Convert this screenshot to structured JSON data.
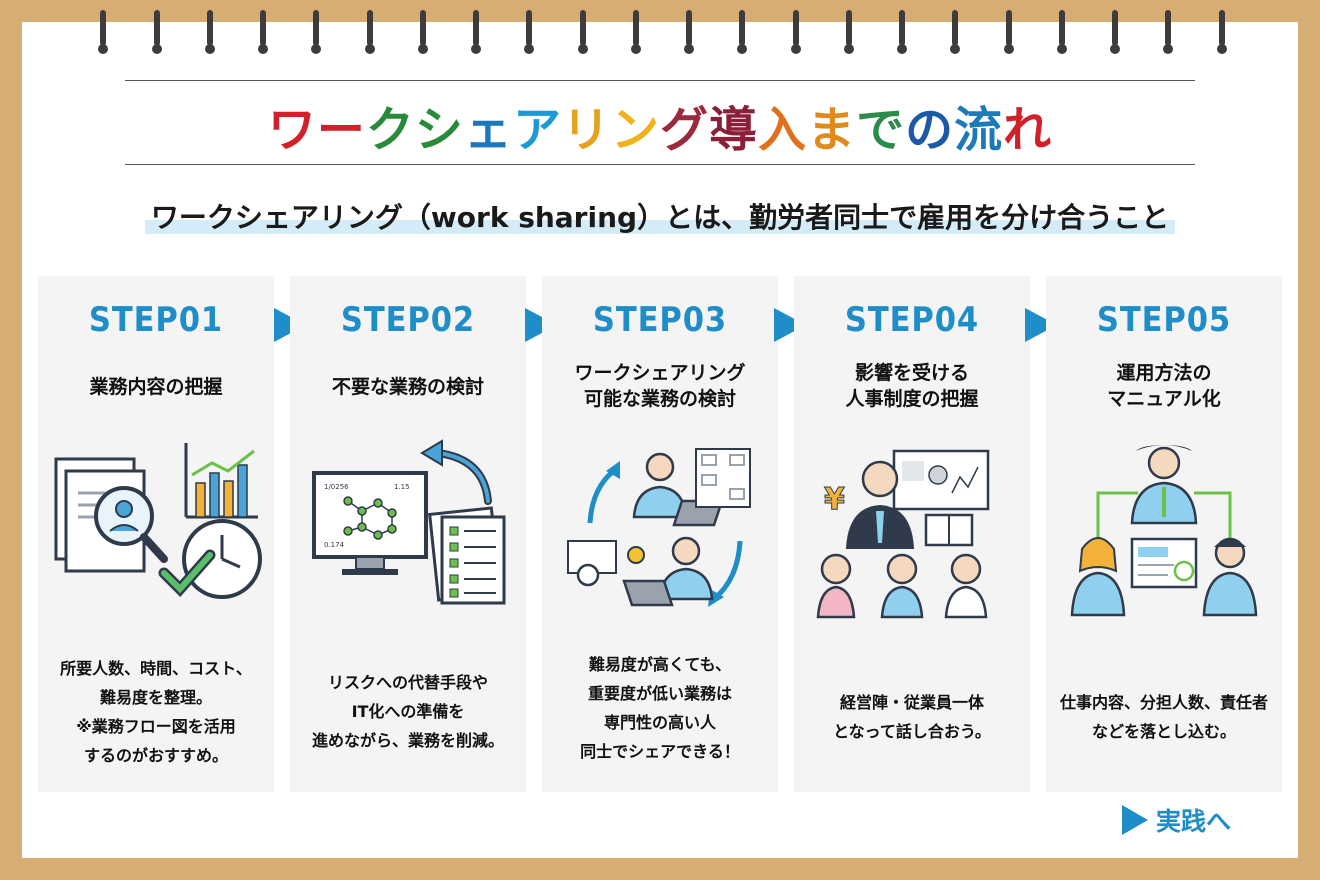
{
  "title": {
    "chars": [
      {
        "ch": "ワ",
        "color": "#d0212b"
      },
      {
        "ch": "ー",
        "color": "#d0212b"
      },
      {
        "ch": "ク",
        "color": "#2a8a3c"
      },
      {
        "ch": "シ",
        "color": "#2a8a3c"
      },
      {
        "ch": "ェ",
        "color": "#1c78bd"
      },
      {
        "ch": "ア",
        "color": "#1c9ad6"
      },
      {
        "ch": "リ",
        "color": "#e5a21c"
      },
      {
        "ch": "ン",
        "color": "#f0b21a"
      },
      {
        "ch": "グ",
        "color": "#9c2a3a"
      },
      {
        "ch": "導",
        "color": "#8a1f3a"
      },
      {
        "ch": "入",
        "color": "#e0711c"
      },
      {
        "ch": "ま",
        "color": "#e08a1c"
      },
      {
        "ch": "で",
        "color": "#2e8a4a"
      },
      {
        "ch": "の",
        "color": "#1c5aa8"
      },
      {
        "ch": "流",
        "color": "#1c7ab8"
      },
      {
        "ch": "れ",
        "color": "#d0212b"
      }
    ]
  },
  "subtitle": "ワークシェアリング（work sharing）とは、勤労者同士で雇用を分け合うこと",
  "steps": [
    {
      "label": "STEP01",
      "heading": [
        "業務内容の把握"
      ],
      "desc": [
        "所要人数、時間、コスト、",
        "難易度を整理。",
        "※業務フロー図を活用",
        "するのがおすすめ。"
      ]
    },
    {
      "label": "STEP02",
      "heading": [
        "不要な業務の検討"
      ],
      "desc": [
        "リスクへの代替手段や",
        "IT化への準備を",
        "進めながら、業務を削減。"
      ]
    },
    {
      "label": "STEP03",
      "heading": [
        "ワークシェアリング",
        "可能な業務の検討"
      ],
      "desc": [
        "難易度が高くても、",
        "重要度が低い業務は",
        "専門性の高い人",
        "同士でシェアできる！"
      ]
    },
    {
      "label": "STEP04",
      "heading": [
        "影響を受ける",
        "人事制度の把握"
      ],
      "desc": [
        "経営陣・従業員一体",
        "となって話し合おう。"
      ]
    },
    {
      "label": "STEP05",
      "heading": [
        "運用方法の",
        "マニュアル化"
      ],
      "desc": [
        "仕事内容、分担人数、責任者",
        "などを落とし込む。"
      ]
    }
  ],
  "illustration_labels": {
    "monitor_left": "1/0256",
    "monitor_right": "1.15",
    "monitor_bottom": "0.174",
    "yen": "¥"
  },
  "next_label": "実践へ",
  "colors": {
    "accent": "#1f8ec8",
    "background": "#d6ad73",
    "card": "#f4f4f4"
  }
}
